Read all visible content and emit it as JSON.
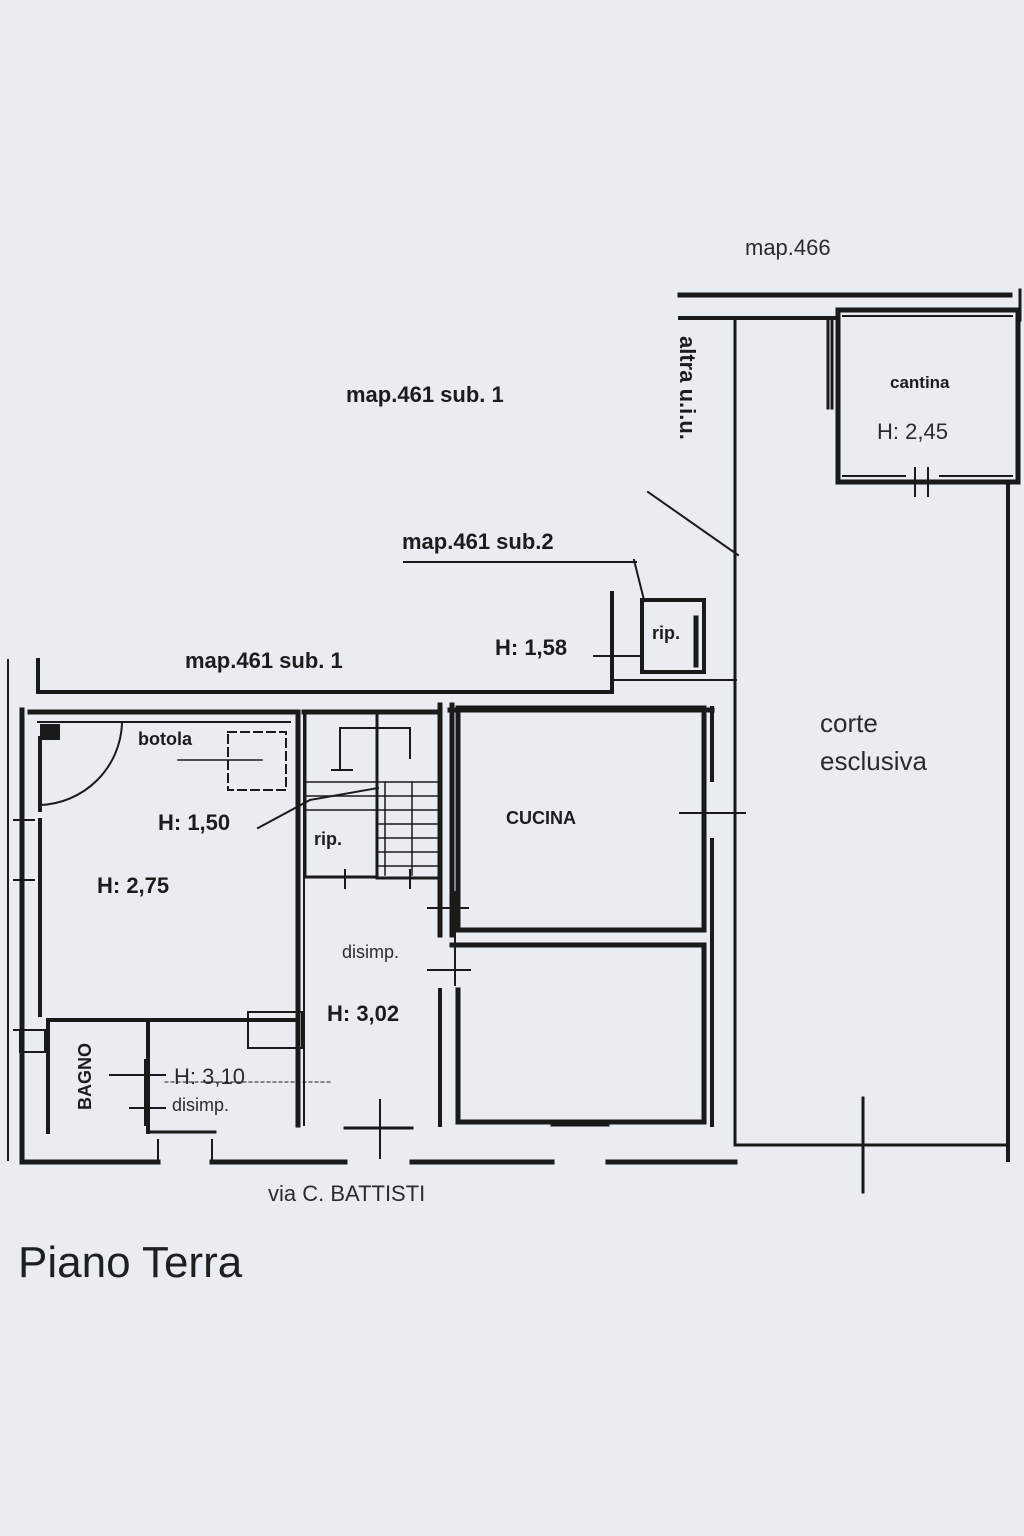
{
  "title": "Piano Terra",
  "labels": {
    "map466": "map.466",
    "map461_sub1_top": "map.461 sub. 1",
    "altra_uiu": "altra u.i.u.",
    "cantina": "cantina",
    "cantina_h": "H: 2,45",
    "map461_sub2": "map.461 sub.2",
    "rip_top": "rip.",
    "h158": "H: 1,58",
    "map461_sub1_left": "map.461 sub. 1",
    "botola": "botola",
    "h150": "H: 1,50",
    "rip_stair": "rip.",
    "h275": "H: 2,75",
    "cucina": "CUCINA",
    "corte": "corte",
    "esclusiva": "esclusiva",
    "disimp_center": "disimp.",
    "h302": "H: 3,02",
    "bagno": "BAGNO",
    "h310": "H: 3,10",
    "disimp_small": "disimp.",
    "street": "via C. BATTISTI"
  }
}
